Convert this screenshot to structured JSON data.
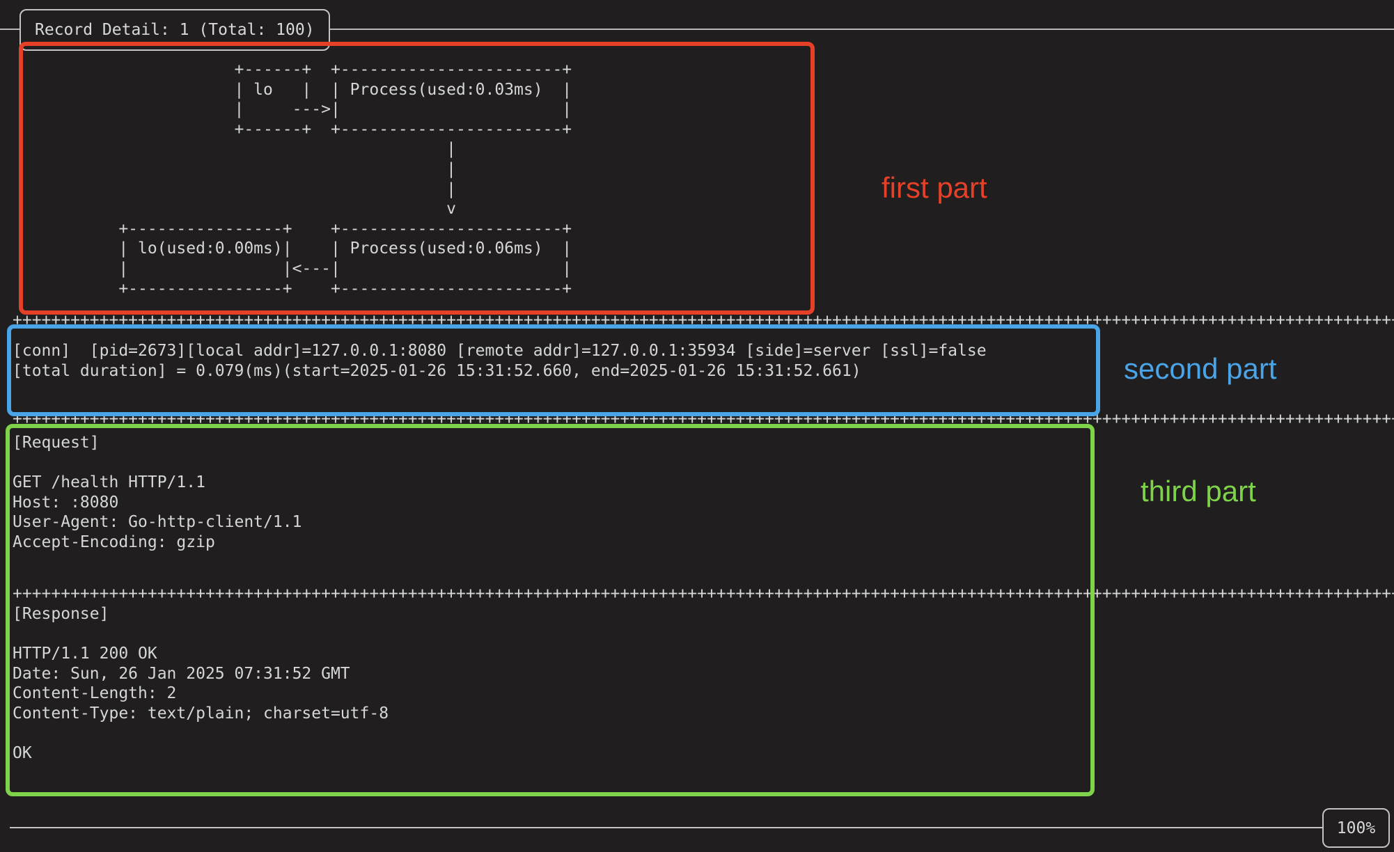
{
  "panel": {
    "title": "Record Detail: 1 (Total: 100)",
    "zoom_indicator": "100%"
  },
  "diagram": {
    "ascii": "                       +------+  +-----------------------+\n                       | lo   |  | Process(used:0.03ms)  |\n                       |     --->|                       |\n                       +------+  +-----------------------+\n                                             |\n                                             |\n                                             |\n                                             v\n           +----------------+    +-----------------------+\n           | lo(used:0.00ms)|    | Process(used:0.06ms)  |\n           |                |<---|                       |\n           +----------------+    +-----------------------+"
  },
  "separator_row": "++++++++++++++++++++++++++++++++++++++++++++++++++++++++++++++++++++++++++++++++++++++++++++++++++++++++++++++++++++++++++++++++++++++++++++++++++++++",
  "connection": {
    "text": "[conn]  [pid=2673][local addr]=127.0.0.1:8080 [remote addr]=127.0.0.1:35934 [side]=server [ssl]=false\n[total duration] = 0.079(ms)(start=2025-01-26 15:31:52.660, end=2025-01-26 15:31:52.661)"
  },
  "request": {
    "text": "[Request]\n\nGET /health HTTP/1.1\nHost: :8080\nUser-Agent: Go-http-client/1.1\nAccept-Encoding: gzip"
  },
  "response": {
    "text": "[Response]\n\nHTTP/1.1 200 OK\nDate: Sun, 26 Jan 2025 07:31:52 GMT\nContent-Length: 2\nContent-Type: text/plain; charset=utf-8\n\nOK"
  },
  "annotations": {
    "first": {
      "label": "first part",
      "color": "#e64128"
    },
    "second": {
      "label": "second part",
      "color": "#4aa4e8"
    },
    "third": {
      "label": "third part",
      "color": "#7ed34a"
    }
  }
}
